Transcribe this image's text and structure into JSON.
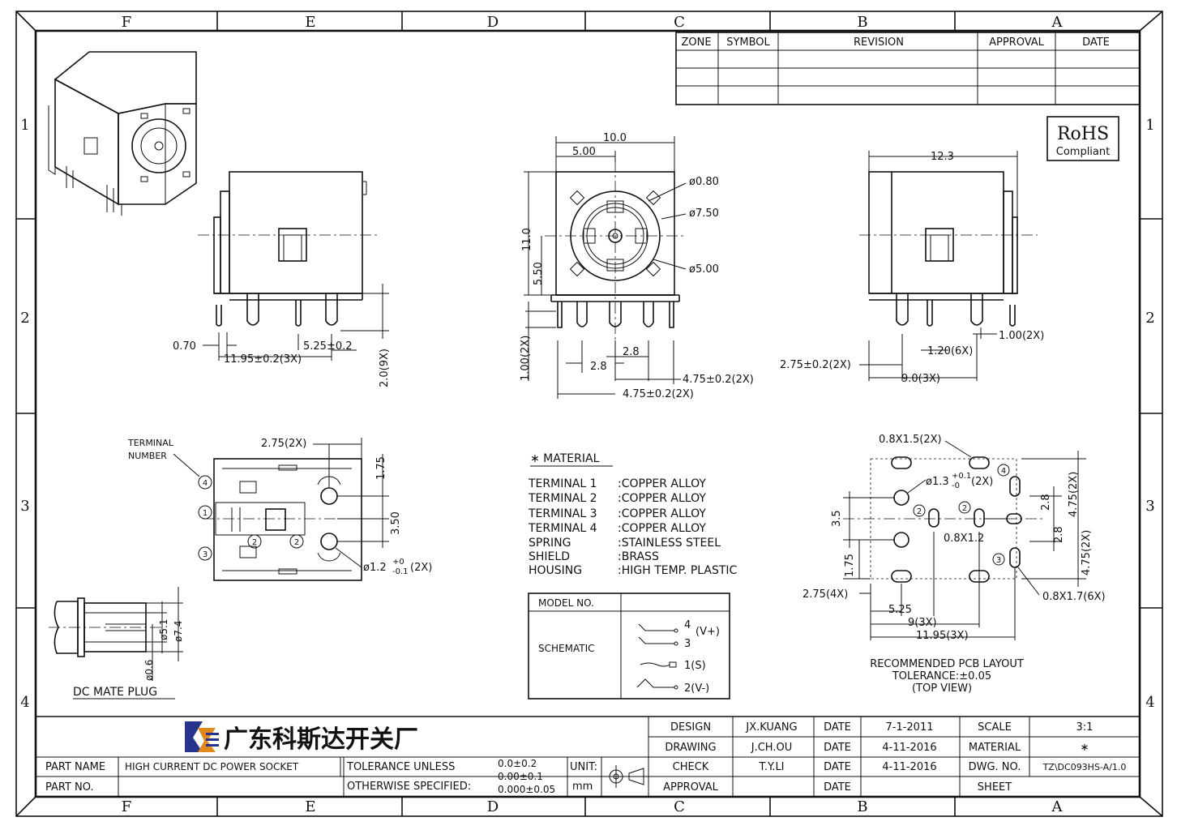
{
  "zones": {
    "columns": [
      "F",
      "E",
      "D",
      "C",
      "B",
      "A"
    ],
    "rows": [
      "1",
      "2",
      "3",
      "4"
    ]
  },
  "revision_table": {
    "headers": [
      "ZONE",
      "SYMBOL",
      "REVISION",
      "APPROVAL",
      "DATE"
    ]
  },
  "rohs": {
    "line1": "RoHS",
    "line2": "Compliant"
  },
  "front_view": {
    "width": "10.0",
    "half_width": "5.00",
    "height": "11.0",
    "half_height": "5.50",
    "hole": "ø0.80",
    "outer": "ø7.50",
    "inner": "ø5.00",
    "pin_len": "1.00(2X)",
    "pitch_a": "2.8",
    "pitch_b": "2.8",
    "span_a": "4.75±0.2(2X)",
    "span_b": "4.75±0.2(2X)"
  },
  "left_view": {
    "lead": "0.70",
    "offset": "5.25±0.2",
    "span": "11.95±0.2(3X)",
    "pin_len": "2.0(9X)"
  },
  "right_view": {
    "depth": "12.3",
    "pin_w": "1.00(2X)",
    "pin_w2": "1.20(6X)",
    "offset": "2.75±0.2(2X)",
    "span": "9.0(3X)"
  },
  "bottom_view": {
    "terminal_label": [
      "TERMINAL",
      "NUMBER"
    ],
    "dim_top": "2.75(2X)",
    "dim_a": "1.75",
    "dim_b": "3.50",
    "hole": "ø1.2",
    "hole_tol_plus": "+0",
    "hole_tol_minus": "-0.1",
    "hole_count": "(2X)",
    "numbers": [
      "4",
      "1",
      "2",
      "2",
      "3"
    ]
  },
  "mate_plug": {
    "title": "DC MATE PLUG",
    "d1": "ø5.1",
    "d2": "ø7.4",
    "d3": "ø0.6"
  },
  "material": {
    "title": "∗ MATERIAL",
    "rows": [
      {
        "part": "TERMINAL 1",
        "value": ":COPPER ALLOY"
      },
      {
        "part": "TERMINAL 2",
        "value": ":COPPER ALLOY"
      },
      {
        "part": "TERMINAL 3",
        "value": ":COPPER ALLOY"
      },
      {
        "part": "TERMINAL 4",
        "value": ":COPPER ALLOY"
      },
      {
        "part": "SPRING",
        "value": ":STAINLESS STEEL"
      },
      {
        "part": "SHIELD",
        "value": ":BRASS"
      },
      {
        "part": "HOUSING",
        "value": ":HIGH TEMP. PLASTIC"
      }
    ]
  },
  "schematic_table": {
    "model_label": "MODEL NO.",
    "schematic_label": "SCHEMATIC",
    "pins": [
      "4",
      "(V+)",
      "3",
      "1(S)",
      "2(V-)"
    ]
  },
  "pcb_layout": {
    "slot_top": "0.8X1.5(2X)",
    "hole": "ø1.3",
    "hole_tol_plus": "+0.1",
    "hole_tol_minus": "-0",
    "hole_count": "(2X)",
    "dim_35": "3.5",
    "dim_175": "1.75",
    "dim_28a": "2.8",
    "dim_28b": "2.8",
    "dim_475a": "4.75(2X)",
    "dim_475b": "4.75(2X)",
    "slot_mid": "0.8X1.2",
    "slot_right": "0.8X1.7(6X)",
    "dim_275": "2.75(4X)",
    "dim_525": "5.25",
    "dim_9": "9(3X)",
    "dim_1195": "11.95(3X)",
    "title": "RECOMMENDED PCB LAYOUT",
    "tolerance": "TOLERANCE:±0.05",
    "view": "(TOP VIEW)",
    "numbers": [
      "2",
      "2",
      "4",
      "3"
    ]
  },
  "title_block": {
    "company": "广东科斯达开关厂",
    "part_name_label": "PART NAME",
    "part_name": "HIGH CURRENT DC POWER SOCKET",
    "part_no_label": "PART NO.",
    "part_no": "",
    "tol_label1": "TOLERANCE UNLESS",
    "tol_label2": "OTHERWISE SPECIFIED:",
    "tol1": "0.0±0.2",
    "tol2": "0.00±0.1",
    "tol3": "0.000±0.05",
    "unit_label": "UNIT:",
    "unit": "mm",
    "design_label": "DESIGN",
    "design": "JX.KUANG",
    "drawing_label": "DRAWING",
    "drawing": "J.CH.OU",
    "check_label": "CHECK",
    "check": "T.Y.LI",
    "approval_label": "APPROVAL",
    "approval": "",
    "date_label": "DATE",
    "date_design": "7-1-2011",
    "date_drawing": "4-11-2016",
    "date_check": "4-11-2016",
    "date_approval": "",
    "scale_label": "SCALE",
    "scale": "3:1",
    "material_label": "MATERIAL",
    "material": "∗",
    "dwg_label": "DWG. NO.",
    "dwg": "TZ\\DC093HS-A/1.0",
    "sheet_label": "SHEET",
    "sheet": ""
  }
}
